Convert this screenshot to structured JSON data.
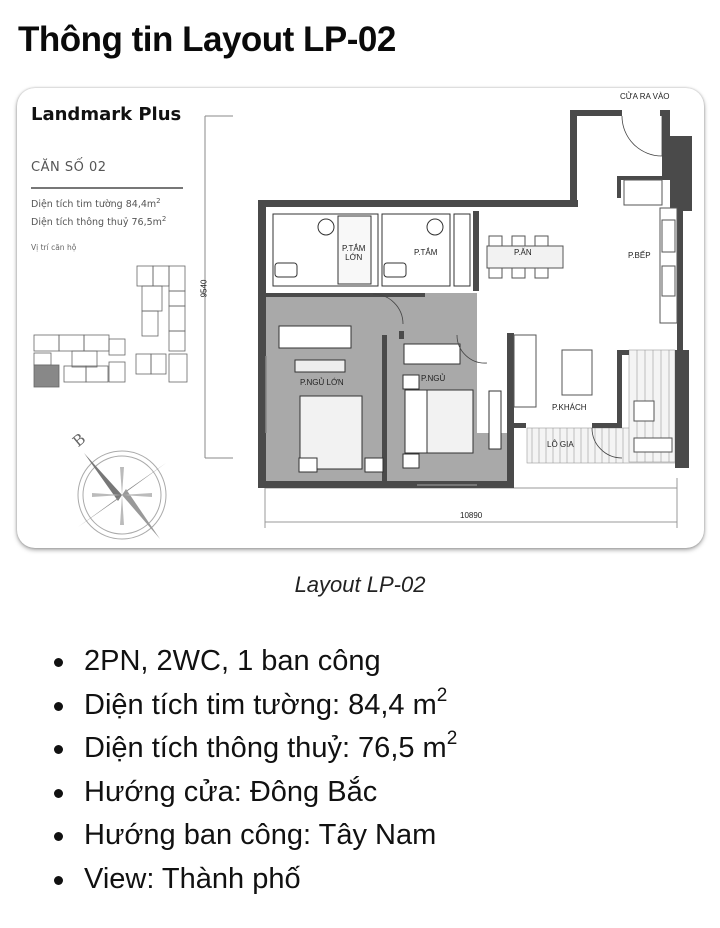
{
  "page": {
    "title": "Thông tin Layout LP-02"
  },
  "floor_plan": {
    "brand": "Landmark Plus",
    "unit_number": "CĂN SỐ 02",
    "area_wall_center": "Diện tích tim tường 84,4m",
    "area_clear": "Diện tích thông thuỷ 76,5m",
    "area_unit_sup": "2",
    "location_label": "Vị trí căn hộ",
    "compass_north_letter": "B",
    "dimension_height": "9540",
    "dimension_width": "10890",
    "rooms": {
      "entrance": "CỬA RA VÀO",
      "master_bath_line1": "P.TẮM",
      "master_bath_line2": "LỚN",
      "bath": "P.TẮM",
      "dining": "P.ĂN",
      "kitchen": "P.BẾP",
      "master_bedroom": "P.NGỦ LỚN",
      "bedroom": "P.NGỦ",
      "living": "P.KHÁCH",
      "loggia": "LÔ GIA"
    },
    "colors": {
      "wall": "#4a4a4a",
      "bedroom_floor": "#a9a9a9",
      "line": "#333333"
    }
  },
  "caption": "Layout LP-02",
  "specs": [
    {
      "text": "2PN, 2WC, 1 ban công",
      "sup": ""
    },
    {
      "text": "Diện tích tim tường: 84,4 m",
      "sup": "2"
    },
    {
      "text": "Diện tích thông thuỷ: 76,5 m",
      "sup": "2"
    },
    {
      "text": "Hướng cửa: Đông Bắc",
      "sup": ""
    },
    {
      "text": "Hướng ban công: Tây Nam",
      "sup": ""
    },
    {
      "text": "View: Thành phố",
      "sup": ""
    }
  ]
}
